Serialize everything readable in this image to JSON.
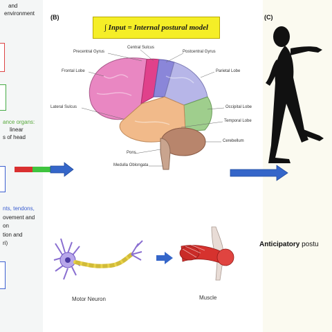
{
  "panel_a": {
    "lines": [
      "and",
      "environment"
    ],
    "balance_line": "ance organs:",
    "linear_line": "linear",
    "head_line": "s of head",
    "tendons_line": "nts, tendons,",
    "movement_line": "ovement and",
    "on_line": "on",
    "tion_line": "tion and",
    "ri_line": "ri)"
  },
  "panel_b": {
    "tag": "(B)",
    "formula": "∫ Input = Internal postural model",
    "labels": {
      "central_sulcus": "Central Sulcus",
      "precentral_gyrus": "Precentral Gyrus",
      "postcentral_gyrus": "Postcentral Gyrus",
      "frontal_lobe": "Frontal Lobe",
      "parietal_lobe": "Parietal Lobe",
      "lateral_sulcus": "Lateral Sulcus",
      "occipital_lobe": "Occipital Lobe",
      "temporal_lobe": "Temporal Lobe",
      "cerebellum": "Cerebellum",
      "pons": "Pons",
      "medulla": "Medulla Oblongata"
    },
    "motor_neuron": "Motor Neuron",
    "muscle": "Muscle"
  },
  "panel_c": {
    "tag": "(C)",
    "anticipatory_bold": "Anticipatory",
    "anticipatory_rest": " postu"
  },
  "colors": {
    "frontal": "#e987c2",
    "precentral": "#e0418b",
    "postcentral": "#8a86d9",
    "parietal": "#b7b6e8",
    "occipital": "#9fce8d",
    "temporal": "#f1ba8a",
    "cerebellum": "#b8856c",
    "arrow_blue": "#3566c9",
    "formula_bg": "#f5ee27"
  }
}
